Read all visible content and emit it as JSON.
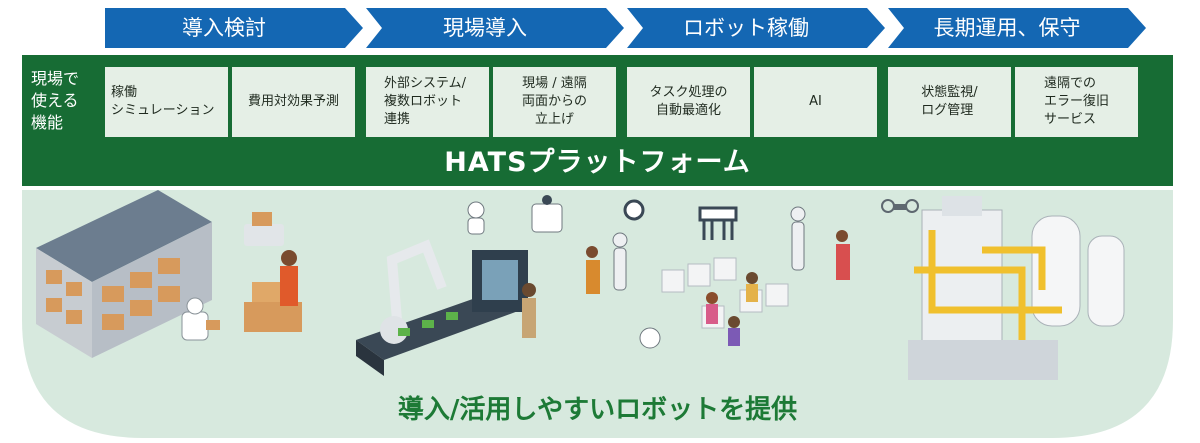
{
  "stages": [
    {
      "label": "導入検討"
    },
    {
      "label": "現場導入"
    },
    {
      "label": "ロボット稼働"
    },
    {
      "label": "長期運用、保守"
    }
  ],
  "features_label": "現場で\n使える\n機能",
  "features": [
    {
      "label": "稼働\nシミュレーション"
    },
    {
      "label": "費用対効果予測"
    },
    {
      "label": "外部システム/\n複数ロボット\n連携"
    },
    {
      "label": "現場 / 遠隔\n両面からの\n立上げ"
    },
    {
      "label": "タスク処理の\n自動最適化"
    },
    {
      "label": "AI"
    },
    {
      "label": "状態監視/\nログ管理"
    },
    {
      "label": "遠隔での\nエラー復旧\nサービス"
    }
  ],
  "platform": {
    "name": "HATSプラットフォーム"
  },
  "tagline": "導入/活用しやすいロボットを提供",
  "colors": {
    "stage_arrow": "#1467b3",
    "platform_band": "#176c34",
    "feature_box": "#e5efe6",
    "scene_bg": "#d7e9de",
    "tagline": "#1d7a36"
  }
}
